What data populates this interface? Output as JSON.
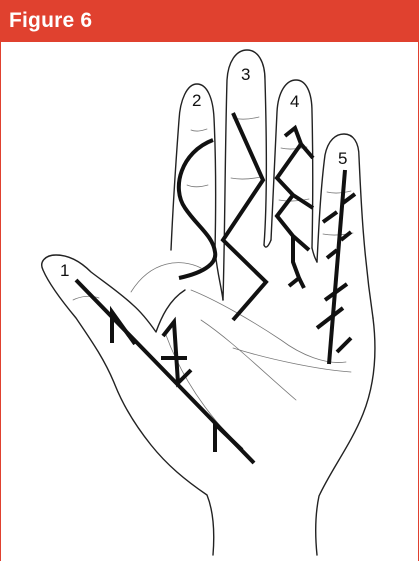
{
  "figure": {
    "title": "Figure 6",
    "accent_color": "#e0412f"
  },
  "labels": {
    "n1": "1",
    "n2": "2",
    "n3": "3",
    "n4": "4",
    "n5": "5"
  }
}
